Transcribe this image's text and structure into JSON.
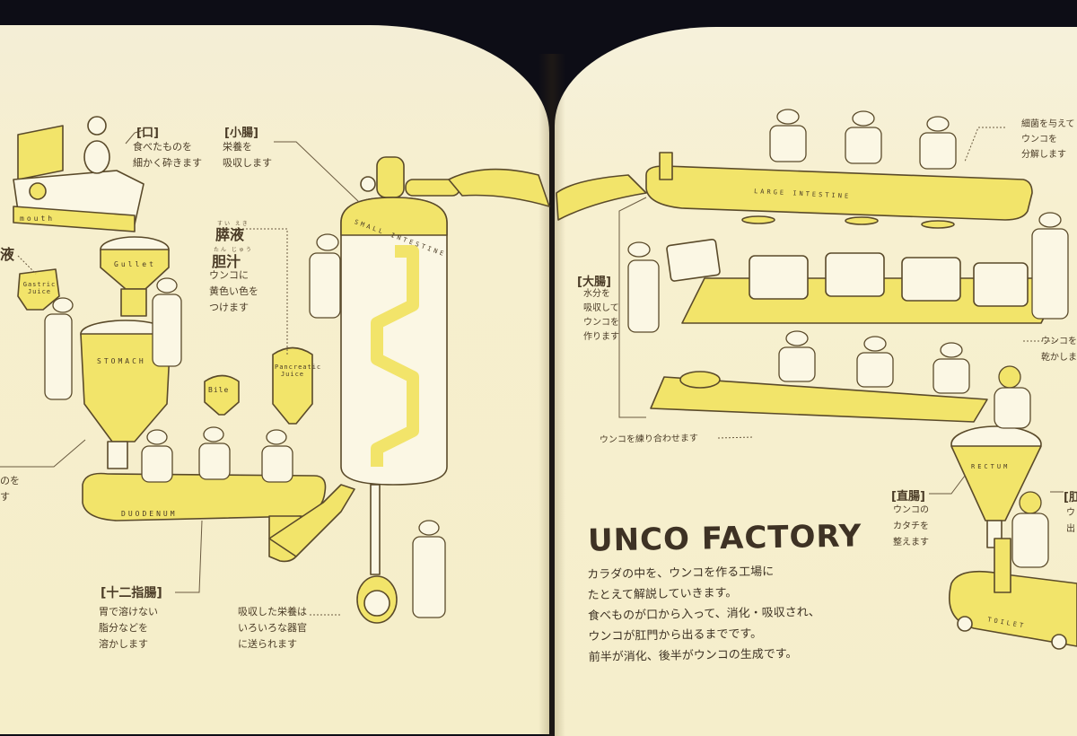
{
  "colors": {
    "accent": "#f2e46a",
    "ink": "#4a3b26",
    "paper": "#f6f0d2",
    "background": "#0d0d16"
  },
  "left_page": {
    "mouth": {
      "heading": "[口]",
      "lines": [
        "食べたものを",
        "細かく砕きます"
      ],
      "organ_label": "mouth"
    },
    "small_intestine": {
      "heading": "[小腸]",
      "lines": [
        "栄養を",
        "吸収します"
      ],
      "organ_label": "SMALL INTESTINE"
    },
    "pancreatic_juice": {
      "heading": "膵液",
      "ruby": "すい えき"
    },
    "bile": {
      "heading": "胆汁",
      "ruby": "たん じゅう",
      "lines": [
        "ウンコに",
        "黄色い色を",
        "つけます"
      ]
    },
    "gastric_juice": {
      "heading_partial": "液",
      "organ_label": "Gastric Juice"
    },
    "stomach_cut_text": [
      "のを",
      "す"
    ],
    "gullet_label": "Gullet",
    "stomach_label": "STOMACH",
    "bile_label": "Bile",
    "pancreatic_label": "Pancreatic Juice",
    "duodenum": {
      "heading": "[十二指腸]",
      "lines": [
        "胃で溶けない",
        "脂分などを",
        "溶かします"
      ],
      "organ_label": "DUODENUM"
    },
    "absorbed": {
      "lines": [
        "吸収した栄養は",
        "いろいろな器官",
        "に送られます"
      ]
    }
  },
  "right_page": {
    "bacteria": {
      "lines": [
        "細菌を与えて",
        "ウンコを",
        "分解します"
      ]
    },
    "large_intestine": {
      "heading": "[大腸]",
      "lines": [
        "水分を",
        "吸収して",
        "ウンコを",
        "作ります"
      ],
      "organ_label": "LARGE INTESTINE"
    },
    "dry": {
      "lines": [
        "ウンコを",
        "乾かしま"
      ]
    },
    "knead": {
      "text": "ウンコを練り合わせます"
    },
    "rectum": {
      "heading": "[直腸]",
      "lines": [
        "ウンコの",
        "カタチを",
        "整えます"
      ],
      "organ_label": "RECTUM"
    },
    "anus": {
      "heading_partial": "[肛",
      "lines": [
        "ウ",
        "出"
      ]
    },
    "toilet_label": "TOILET",
    "title": "UNCO FACTORY",
    "intro": [
      "カラダの中を、ウンコを作る工場に",
      "たとえて解説していきます。",
      "食べものが口から入って、消化・吸収され、",
      "ウンコが肛門から出るまでです。",
      "前半が消化、後半がウンコの生成です。"
    ]
  }
}
